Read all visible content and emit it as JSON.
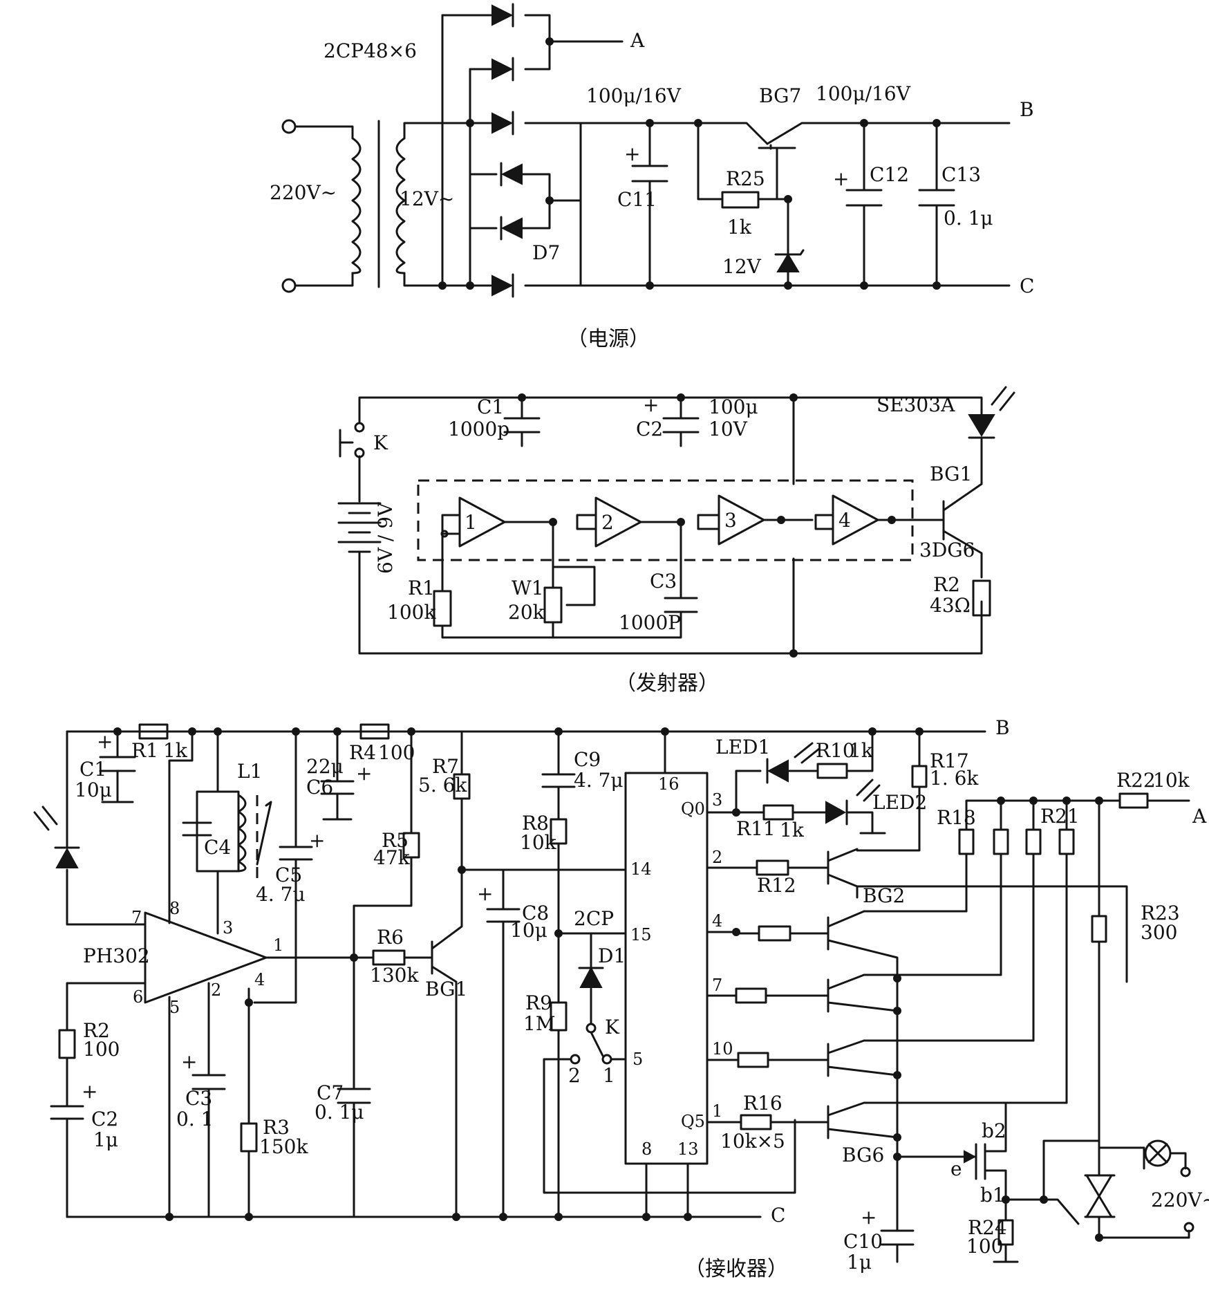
{
  "figure": {
    "captions": {
      "power": "（电源）",
      "transmitter": "（发射器）",
      "receiver": "（接收器）"
    }
  },
  "power_supply": {
    "mains": "220V~",
    "secondary": "12V~",
    "bridge": "2CP48×6",
    "d7": "D7",
    "c11_value": "100μ/16V",
    "c11": "C11",
    "bg7": "BG7",
    "r25": "R25",
    "r25_value": "1k",
    "zener": "12V",
    "out_cap_value": "100μ/16V",
    "c12": "C12",
    "c13": "C13",
    "c13_value": "0. 1μ",
    "terminals": {
      "a": "A",
      "b": "B",
      "c": "C"
    }
  },
  "transmitter": {
    "switch": "K",
    "battery": "6V / 9V",
    "c1": "C1",
    "c1_value": "1000p",
    "c2": "C2",
    "c2_value_1": "100μ",
    "c2_value_2": "10V",
    "emitter": "SE303A",
    "bg1": "BG1",
    "bg1_type": "3DG6",
    "r2": "R2",
    "r2_value": "43Ω",
    "r1": "R1",
    "r1_value": "100k",
    "w1": "W1",
    "w1_value": "20k",
    "c3": "C3",
    "c3_value": "1000P",
    "gates": [
      "1",
      "2",
      "3",
      "4"
    ]
  },
  "receiver": {
    "ic1": "PH302",
    "r1": "R1",
    "r1_value": "1k",
    "c1": "C1",
    "c1_value": "10μ",
    "l1": "L1",
    "c4": "C4",
    "r4": "R4",
    "r4_value": "100",
    "c6": "C6",
    "c6_value": "22μ",
    "c5": "C5",
    "c5_value": "4. 7μ",
    "r5": "R5",
    "r5_value": "47k",
    "r7": "R7",
    "r7_value": "5. 6k",
    "r6": "R6",
    "r6_value": "130k",
    "bg1": "BG1",
    "r2": "R2",
    "r2_value": "100",
    "c2": "C2",
    "c2_value": "1μ",
    "c3": "C3",
    "c3_value": "0. 1",
    "r3": "R3",
    "r3_value": "150k",
    "c7": "C7",
    "c7_value": "0. 1μ",
    "c8": "C8",
    "c8_value": "10μ",
    "c9": "C9",
    "c9_value": "4. 7μ",
    "r8": "R8",
    "r8_value": "10k",
    "d1_type": "2CP",
    "d1": "D1",
    "r9": "R9",
    "r9_value": "1M",
    "k": "K",
    "ic_pins": {
      "p16": "16",
      "p14": "14",
      "p15": "15",
      "p5": "5",
      "p8": "8",
      "p13": "13",
      "q0": "Q0",
      "p3": "3",
      "p2": "2",
      "p4": "4",
      "p7": "7",
      "p10": "10",
      "p1": "1",
      "q5": "Q5"
    },
    "led1": "LED1",
    "r10": "R10",
    "r10_value": "1k",
    "r11": "R11",
    "r11_value": "1k",
    "led2": "LED2",
    "r12": "R12",
    "r16": "R16",
    "r16_value": "10k×5",
    "bg2": "BG2",
    "bg6": "BG6",
    "r17": "R17",
    "r17_value": "1. 6k",
    "r18": "R18",
    "r21": "R21",
    "r22": "R22",
    "r22_value": "10k",
    "r23": "R23",
    "r23_value": "300",
    "r24": "R24",
    "r24_value": "100",
    "c10": "C10",
    "c10_value": "1μ",
    "ujt": {
      "b2": "b2",
      "b1": "b1",
      "e": "e"
    },
    "mains": "220V~",
    "ph_pins": {
      "p7": "7",
      "p8": "8",
      "p3": "3",
      "p1": "1",
      "p6": "6",
      "p5": "5",
      "p2": "2",
      "p4": "4"
    },
    "switch_pos": {
      "one": "1",
      "two": "2"
    }
  }
}
